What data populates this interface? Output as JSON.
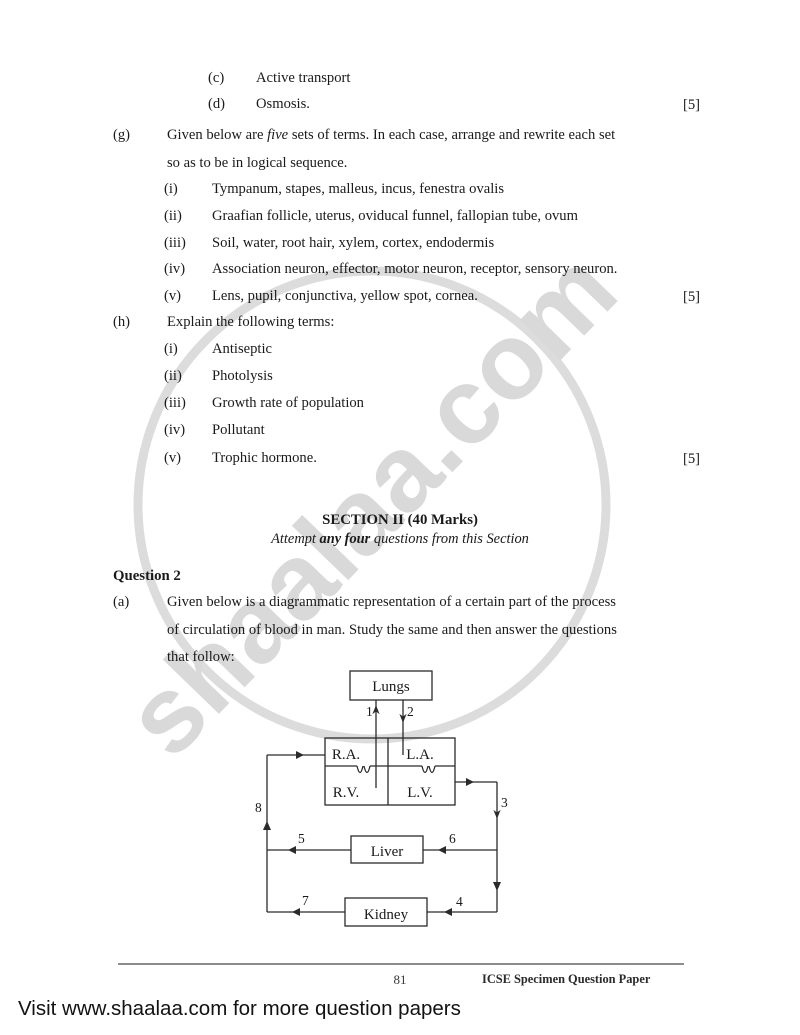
{
  "page": {
    "number": "81",
    "paper_name": "ICSE Specimen Question Paper",
    "visit_banner": "Visit www.shaalaa.com for more question papers",
    "watermark_text": "shaalaa.com"
  },
  "colors": {
    "text": "#1a1a1a",
    "watermark": "#d8d8d8",
    "rule": "#8d8d8d",
    "diagram_stroke": "#2b2b2b"
  },
  "continued_items": [
    {
      "label": "(c)",
      "text": "Active transport",
      "marks": ""
    },
    {
      "label": "(d)",
      "text": "Osmosis.",
      "marks": "[5]"
    }
  ],
  "question_g": {
    "label": "(g)",
    "line1_pre": "Given below are ",
    "line1_em": "five",
    "line1_post": " sets of terms.  In each case, arrange and rewrite each set",
    "line2": "so as to be in logical sequence.",
    "items": [
      {
        "label": "(i)",
        "text": "Tympanum, stapes, malleus, incus, fenestra ovalis"
      },
      {
        "label": "(ii)",
        "text": "Graafian follicle, uterus, oviducal funnel, fallopian tube, ovum"
      },
      {
        "label": "(iii)",
        "text": "Soil, water, root hair, xylem, cortex, endodermis"
      },
      {
        "label": "(iv)",
        "text": "Association neuron, effector, motor neuron, receptor, sensory neuron."
      },
      {
        "label": "(v)",
        "text": "Lens, pupil, conjunctiva, yellow spot, cornea."
      }
    ],
    "marks": "[5]"
  },
  "question_h": {
    "label": "(h)",
    "stem": "Explain the following terms:",
    "items": [
      {
        "label": "(i)",
        "text": "Antiseptic"
      },
      {
        "label": "(ii)",
        "text": "Photolysis"
      },
      {
        "label": "(iii)",
        "text": "Growth rate of population"
      },
      {
        "label": "(iv)",
        "text": "Pollutant"
      },
      {
        "label": "(v)",
        "text": "Trophic hormone."
      }
    ],
    "marks": "[5]"
  },
  "section": {
    "heading_main": "SECTION II (40 Marks)",
    "sub_pre": "Attempt ",
    "sub_em": "any four",
    "sub_post": " questions from this Section"
  },
  "question_2": {
    "title": "Question 2",
    "part_label": "(a)",
    "line1": "Given below is a diagrammatic representation of a certain part of the process",
    "line2": "of circulation of blood in man.  Study the same and then answer the questions",
    "line3": "that follow:"
  },
  "diagram": {
    "type": "flowchart",
    "title": "Circulation of blood in man",
    "boxes": [
      {
        "name": "lungs",
        "label": "Lungs"
      },
      {
        "name": "right-atrium",
        "label": "R.A."
      },
      {
        "name": "left-atrium",
        "label": "L.A."
      },
      {
        "name": "right-ventricle",
        "label": "R.V."
      },
      {
        "name": "left-ventricle",
        "label": "L.V."
      },
      {
        "name": "liver",
        "label": "Liver"
      },
      {
        "name": "kidney",
        "label": "Kidney"
      }
    ],
    "vessel_labels": [
      {
        "id": "1",
        "label": "1",
        "from": "right-ventricle",
        "to": "lungs",
        "direction": "up"
      },
      {
        "id": "2",
        "label": "2",
        "from": "lungs",
        "to": "left-atrium",
        "direction": "down"
      },
      {
        "id": "3",
        "label": "3",
        "from": "left-ventricle",
        "to": "body",
        "direction": "down"
      },
      {
        "id": "4",
        "label": "4",
        "from": "body",
        "to": "kidney",
        "direction": "left"
      },
      {
        "id": "5",
        "label": "5",
        "from": "liver",
        "to": "right-atrium",
        "direction": "left"
      },
      {
        "id": "6",
        "label": "6",
        "from": "body",
        "to": "liver",
        "direction": "left"
      },
      {
        "id": "7",
        "label": "7",
        "from": "kidney",
        "to": "right-atrium",
        "direction": "left"
      },
      {
        "id": "8",
        "label": "8",
        "from": "body",
        "to": "right-atrium",
        "direction": "up"
      }
    ]
  }
}
